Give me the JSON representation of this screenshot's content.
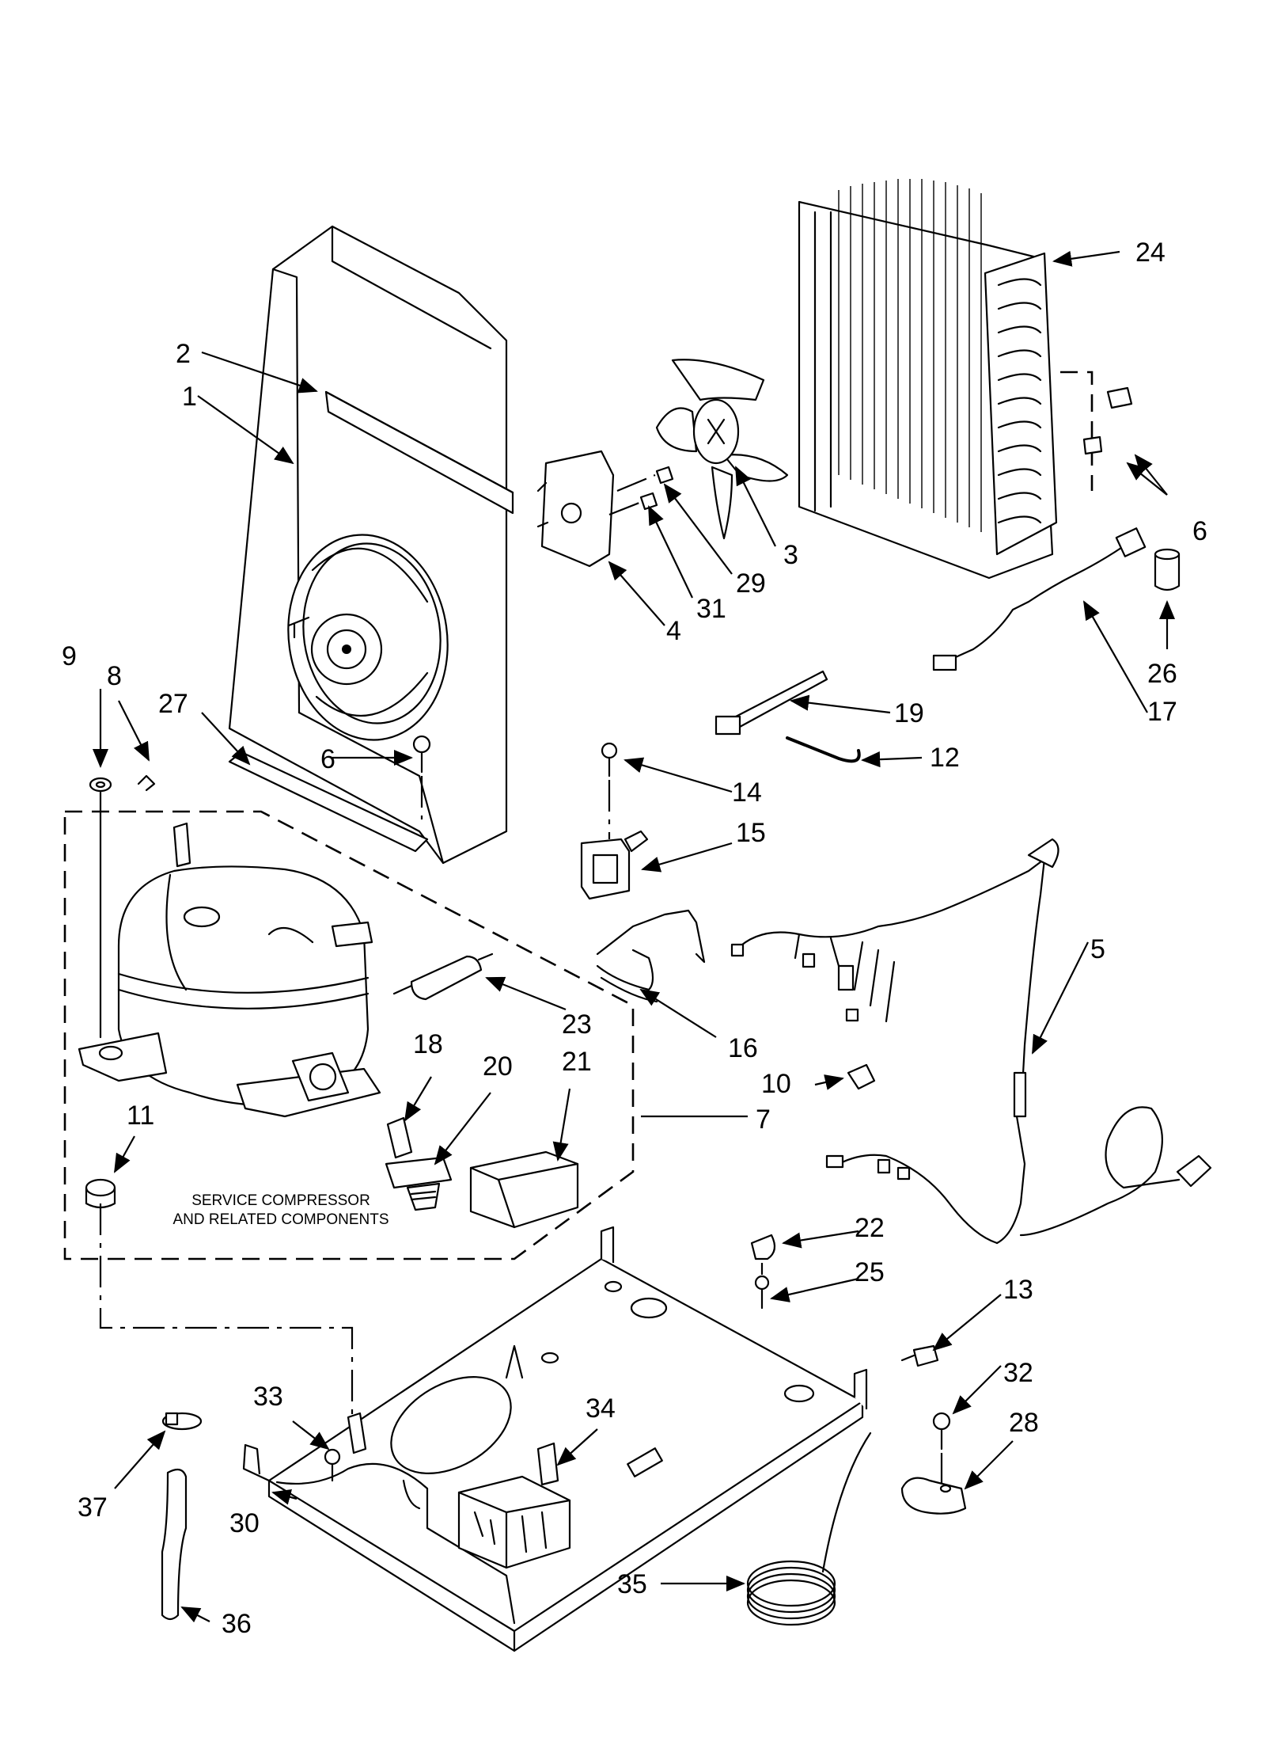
{
  "service_note": {
    "line1": "SERVICE COMPRESSOR",
    "line2": "AND RELATED COMPONENTS"
  },
  "callouts": {
    "c1": "1",
    "c2": "2",
    "c3": "3",
    "c4": "4",
    "c5": "5",
    "c6a": "6",
    "c6b": "6",
    "c7": "7",
    "c8": "8",
    "c9": "9",
    "c10": "10",
    "c11": "11",
    "c12": "12",
    "c13": "13",
    "c14": "14",
    "c15": "15",
    "c16": "16",
    "c17": "17",
    "c18": "18",
    "c19": "19",
    "c20": "20",
    "c21": "21",
    "c22": "22",
    "c23": "23",
    "c24": "24",
    "c25": "25",
    "c26": "26",
    "c27": "27",
    "c28": "28",
    "c29": "29",
    "c30": "30",
    "c31": "31",
    "c32": "32",
    "c33": "33",
    "c34": "34",
    "c35": "35",
    "c36": "36",
    "c37": "37"
  }
}
